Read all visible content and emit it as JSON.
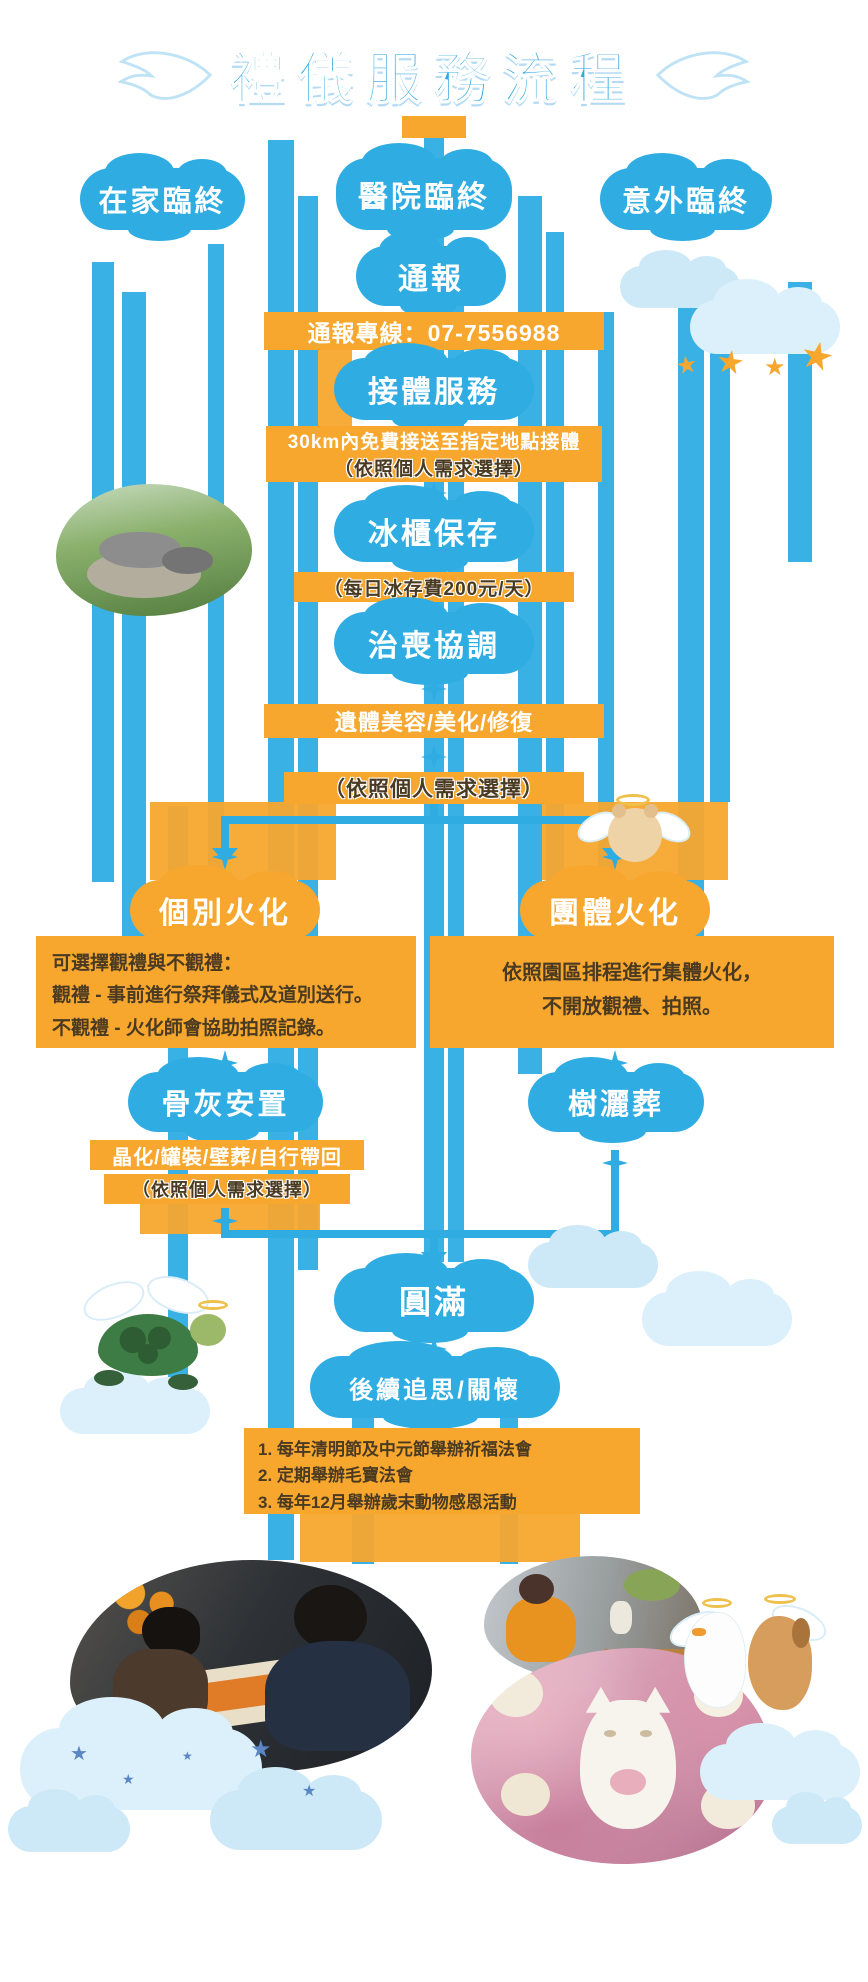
{
  "colors": {
    "blue": "#2FADE3",
    "light_blue": "#CDE9F8",
    "orange": "#F7A72E",
    "text_dark": "#4a3a22"
  },
  "title": {
    "text": "禮儀服務流程"
  },
  "flow": {
    "start_nodes": [
      {
        "label": "在家臨終"
      },
      {
        "label": "醫院臨終"
      },
      {
        "label": "意外臨終"
      }
    ],
    "notify": {
      "label": "通報"
    },
    "hotline": {
      "text": "通報專線：07-7556988"
    },
    "pickup": {
      "label": "接體服務",
      "note1": "30km內免費接送至指定地點接體",
      "note2": "（依照個人需求選擇）"
    },
    "freezer": {
      "label": "冰櫃保存",
      "note": "（每日冰存費200元/天）"
    },
    "coordination": {
      "label": "治喪協調",
      "note1": "遺體美容/美化/修復",
      "note2": "（依照個人需求選擇）"
    },
    "individual": {
      "label": "個別火化",
      "info": [
        "可選擇觀禮與不觀禮：",
        "觀禮 - 事前進行祭拜儀式及道別送行。",
        "不觀禮 - 火化師會協助拍照記錄。"
      ]
    },
    "group": {
      "label": "團體火化",
      "info": [
        "依照園區排程進行集體火化，",
        "不開放觀禮、拍照。"
      ]
    },
    "ashes": {
      "label": "骨灰安置",
      "note1": "晶化/罐裝/壁葬/自行帶回",
      "note2": "（依照個人需求選擇）"
    },
    "tree": {
      "label": "樹灑葬"
    },
    "complete": {
      "label": "圓滿"
    },
    "followup": {
      "label": "後續追思/關懷",
      "info": [
        "1. 每年清明節及中元節舉辦祈福法會",
        "2. 定期舉辦毛寶法會",
        "3. 每年12月舉辦歲末動物感恩活動"
      ]
    }
  },
  "decor": {
    "star_glyph": "★",
    "icons": [
      "angel-wing-icon",
      "cloud-icon",
      "star-icon",
      "halo-icon"
    ]
  }
}
